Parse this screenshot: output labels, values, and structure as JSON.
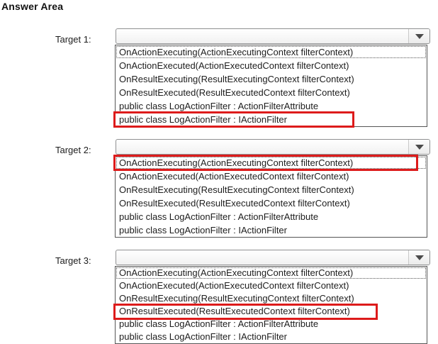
{
  "page": {
    "title": "Answer Area"
  },
  "colors": {
    "highlight_red": "#dd1b1b"
  },
  "icons": {
    "dropdown_arrow": "▼"
  },
  "dropdown_options": [
    "OnActionExecuting(ActionExecutingContext filterContext)",
    "OnActionExecuted(ActionExecutedContext filterContext)",
    "OnResultExecuting(ResultExecutingContext filterContext)",
    "OnResultExecuted(ResultExecutedContext filterContext)",
    "public class LogActionFilter : ActionFilterAttribute",
    "public class LogActionFilter : IActionFilter"
  ],
  "targets": [
    {
      "label": "Target 1:",
      "selected_value": "",
      "highlighted_index": 5,
      "highlighted_option": "public class LogActionFilter : IActionFilter"
    },
    {
      "label": "Target 2:",
      "selected_value": "",
      "highlighted_index": 0,
      "highlighted_option": "OnActionExecuting(ActionExecutingContext filterContext)"
    },
    {
      "label": "Target 3:",
      "selected_value": "",
      "highlighted_index": 3,
      "highlighted_option": "OnResultExecuted(ResultExecutedContext filterContext)"
    }
  ]
}
